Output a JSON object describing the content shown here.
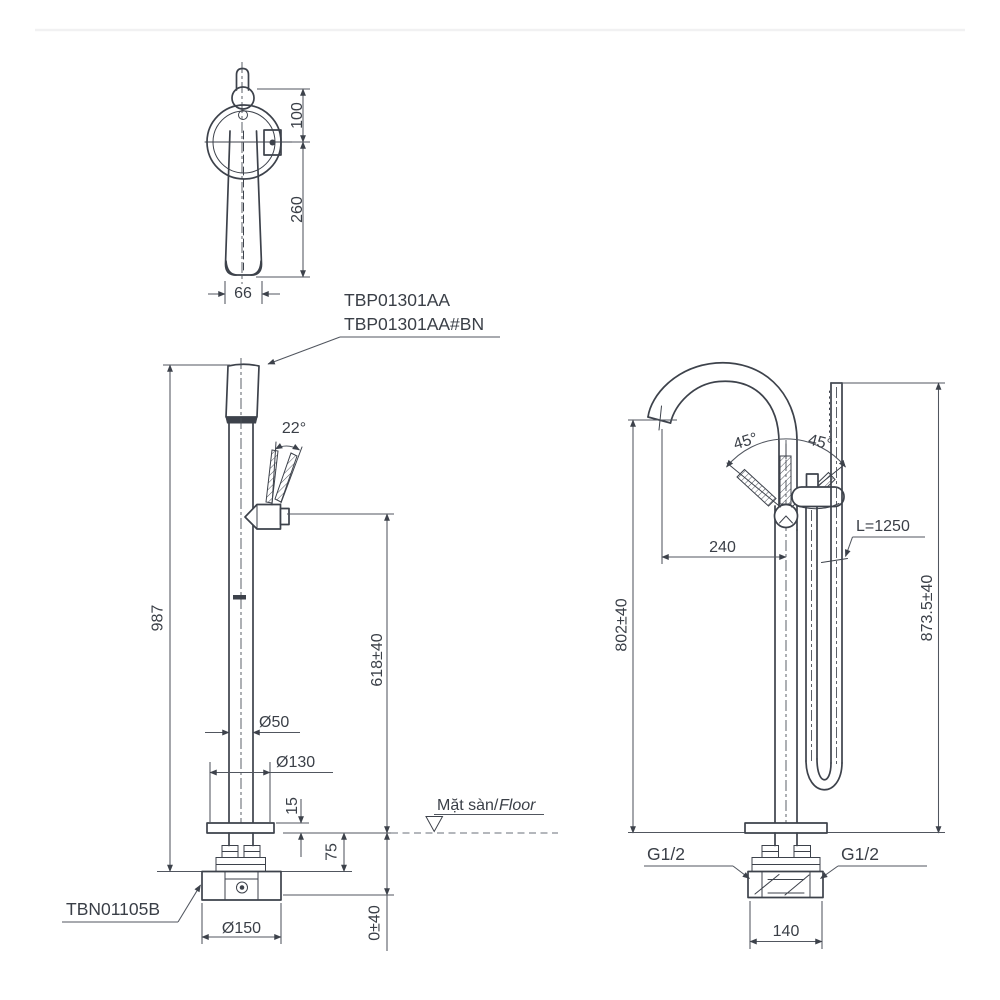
{
  "product_labels": {
    "spout_model_line1": "TBP01301AA",
    "spout_model_line2": "TBP01301AA#BN",
    "base_model": "TBN01105B"
  },
  "top_view": {
    "dim_handle_to_center": "100",
    "dim_center_to_spout_end": "260",
    "dim_spout_width": "66"
  },
  "front_view": {
    "dim_total_height": "987",
    "dim_handle_height": "618±40",
    "dim_handle_angle": "22°",
    "dim_pipe_diameter": "Ø50",
    "dim_flange_diameter": "Ø130",
    "dim_flange_height": "15",
    "dim_below_floor": "75",
    "dim_base_diameter": "Ø150",
    "dim_supply_level": "0±40",
    "floor_label_vi": "Mặt sàn/",
    "floor_label_en": "Floor"
  },
  "side_view": {
    "dim_spout_outlet_height": "802±40",
    "dim_shower_top_height": "873.5±40",
    "dim_spout_reach": "240",
    "dim_handle_swing_left": "45°",
    "dim_handle_swing_right": "45°",
    "hose_length": "L=1250",
    "inlet_thread_left": "G1/2",
    "inlet_thread_right": "G1/2",
    "dim_base_width": "140"
  }
}
